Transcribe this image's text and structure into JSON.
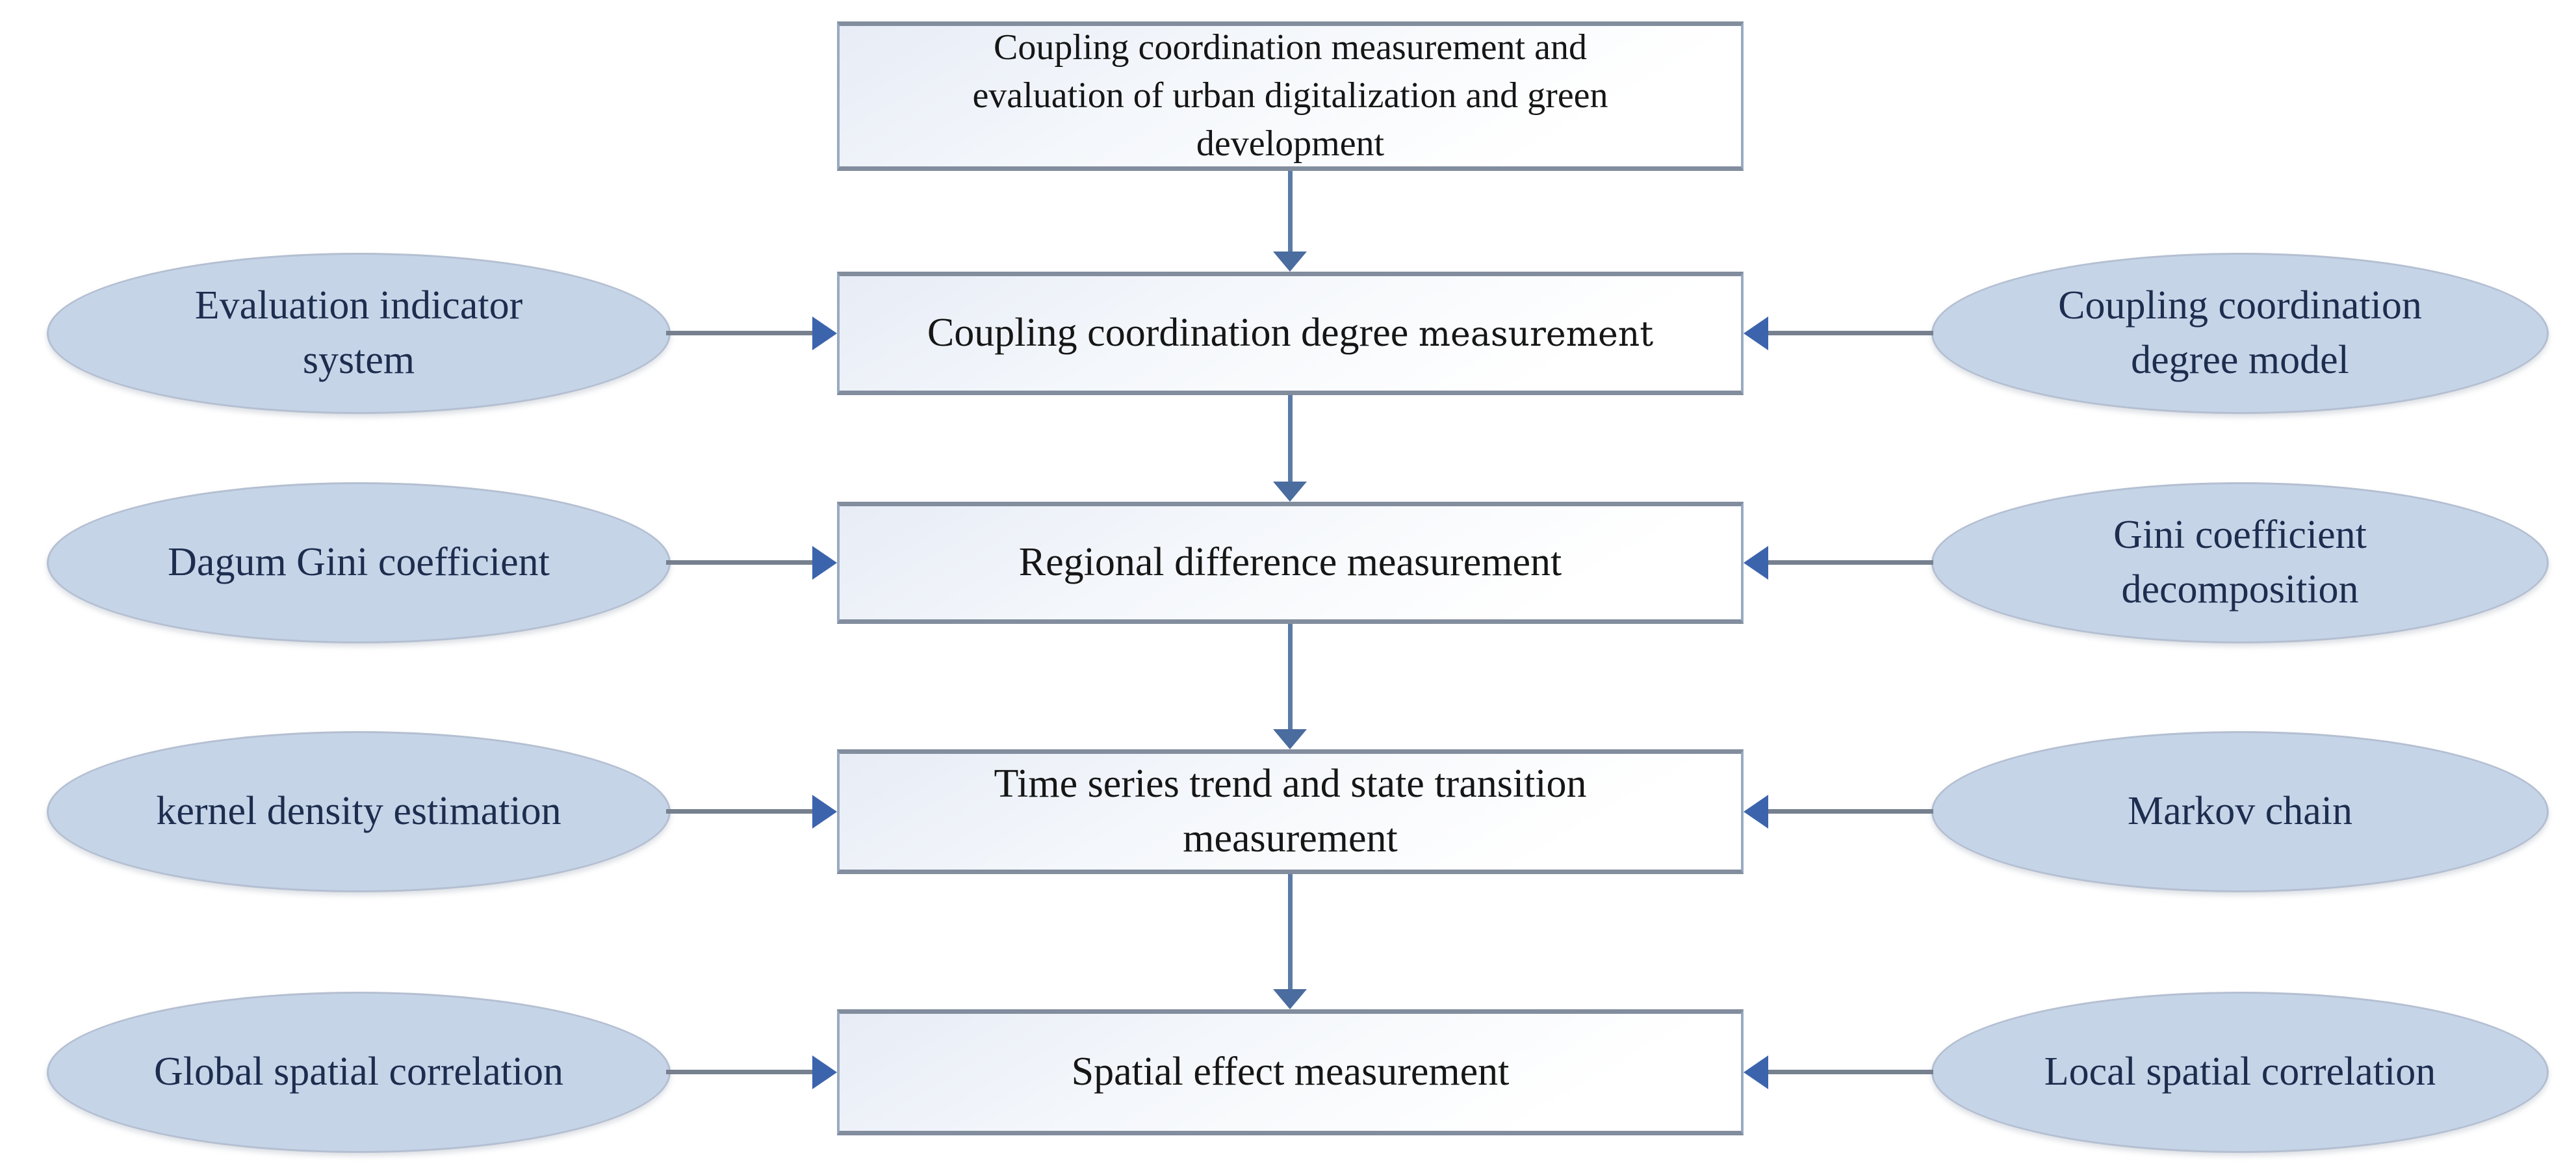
{
  "diagram": {
    "root": {
      "label": "Coupling coordination measurement and\nevaluation of urban digitalization and green\ndevelopment"
    },
    "levels": [
      {
        "left": "Evaluation indicator\nsystem",
        "center": "Coupling coordination degree",
        "center_suffix": "measurement",
        "right": "Coupling coordination\ndegree model"
      },
      {
        "left": "Dagum Gini coefficient",
        "center": "Regional difference measurement",
        "center_suffix": "",
        "right": "Gini coefficient\ndecomposition"
      },
      {
        "left": "kernel density estimation",
        "center": "Time series trend and state transition\nmeasurement",
        "center_suffix": "",
        "right": "Markov chain"
      },
      {
        "left": "Global spatial correlation",
        "center": "Spatial effect measurement",
        "center_suffix": "",
        "right": "Local spatial correlation"
      }
    ],
    "colors": {
      "ellipse_fill": "#c6d4e8",
      "ellipse_border": "#b4bfd1",
      "ellipse_text": "#1d2d4e",
      "box_fill_start": "#e7ecf6",
      "box_fill_end": "#ffffff",
      "box_border_side": "#9aaac2",
      "box_border_topbottom": "#828d9e",
      "box_text": "#161616",
      "arrow_line_vertical": "#5b7ba8",
      "arrow_head_vertical": "#4a6c9e",
      "arrow_line_horizontal": "#76808f",
      "arrow_head_horizontal": "#3c64ad"
    }
  }
}
